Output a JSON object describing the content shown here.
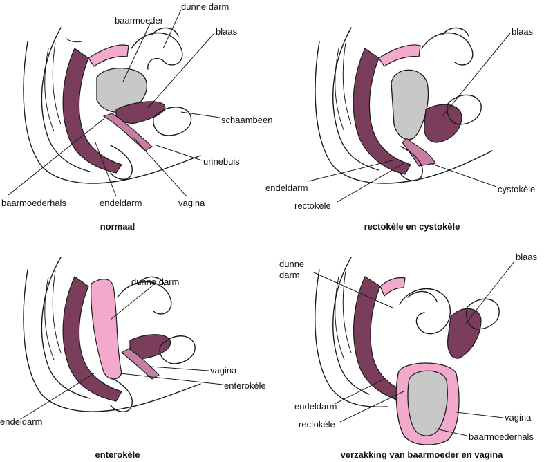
{
  "colors": {
    "pink_light": "#f2a9cc",
    "pink_dark": "#7a3d5c",
    "pink_mid": "#c77ea3",
    "grey_organ": "#c8c8c8",
    "line": "#1a1a1a"
  },
  "panels": {
    "normal": {
      "caption": "normaal",
      "labels": {
        "dunne_darm": "dunne darm",
        "baarmoeder": "baarmoeder",
        "blaas": "blaas",
        "schaambeen": "schaambeen",
        "urinebuis": "urinebuis",
        "baarmoederhals": "baarmoederhals",
        "endeldarm": "endeldarm",
        "vagina": "vagina"
      }
    },
    "recto_cysto": {
      "caption": "rectokèle en cystokèle",
      "labels": {
        "blaas": "blaas",
        "endeldarm": "endeldarm",
        "rectokele": "rectokèle",
        "cystokele": "cystokèle"
      }
    },
    "entero": {
      "caption": "enterokèle",
      "labels": {
        "dunne_darm": "dunne darm",
        "vagina": "vagina",
        "enterokele": "enterokèle",
        "endeldarm": "endeldarm"
      }
    },
    "prolapse": {
      "caption": "verzakking van baarmoeder en vagina",
      "labels": {
        "dunne_darm_1": "dunne",
        "dunne_darm_2": "darm",
        "blaas": "blaas",
        "endeldarm": "endeldarm",
        "rectokele": "rectokèle",
        "vagina": "vagina",
        "baarmoederhals": "baarmoederhals"
      }
    }
  }
}
